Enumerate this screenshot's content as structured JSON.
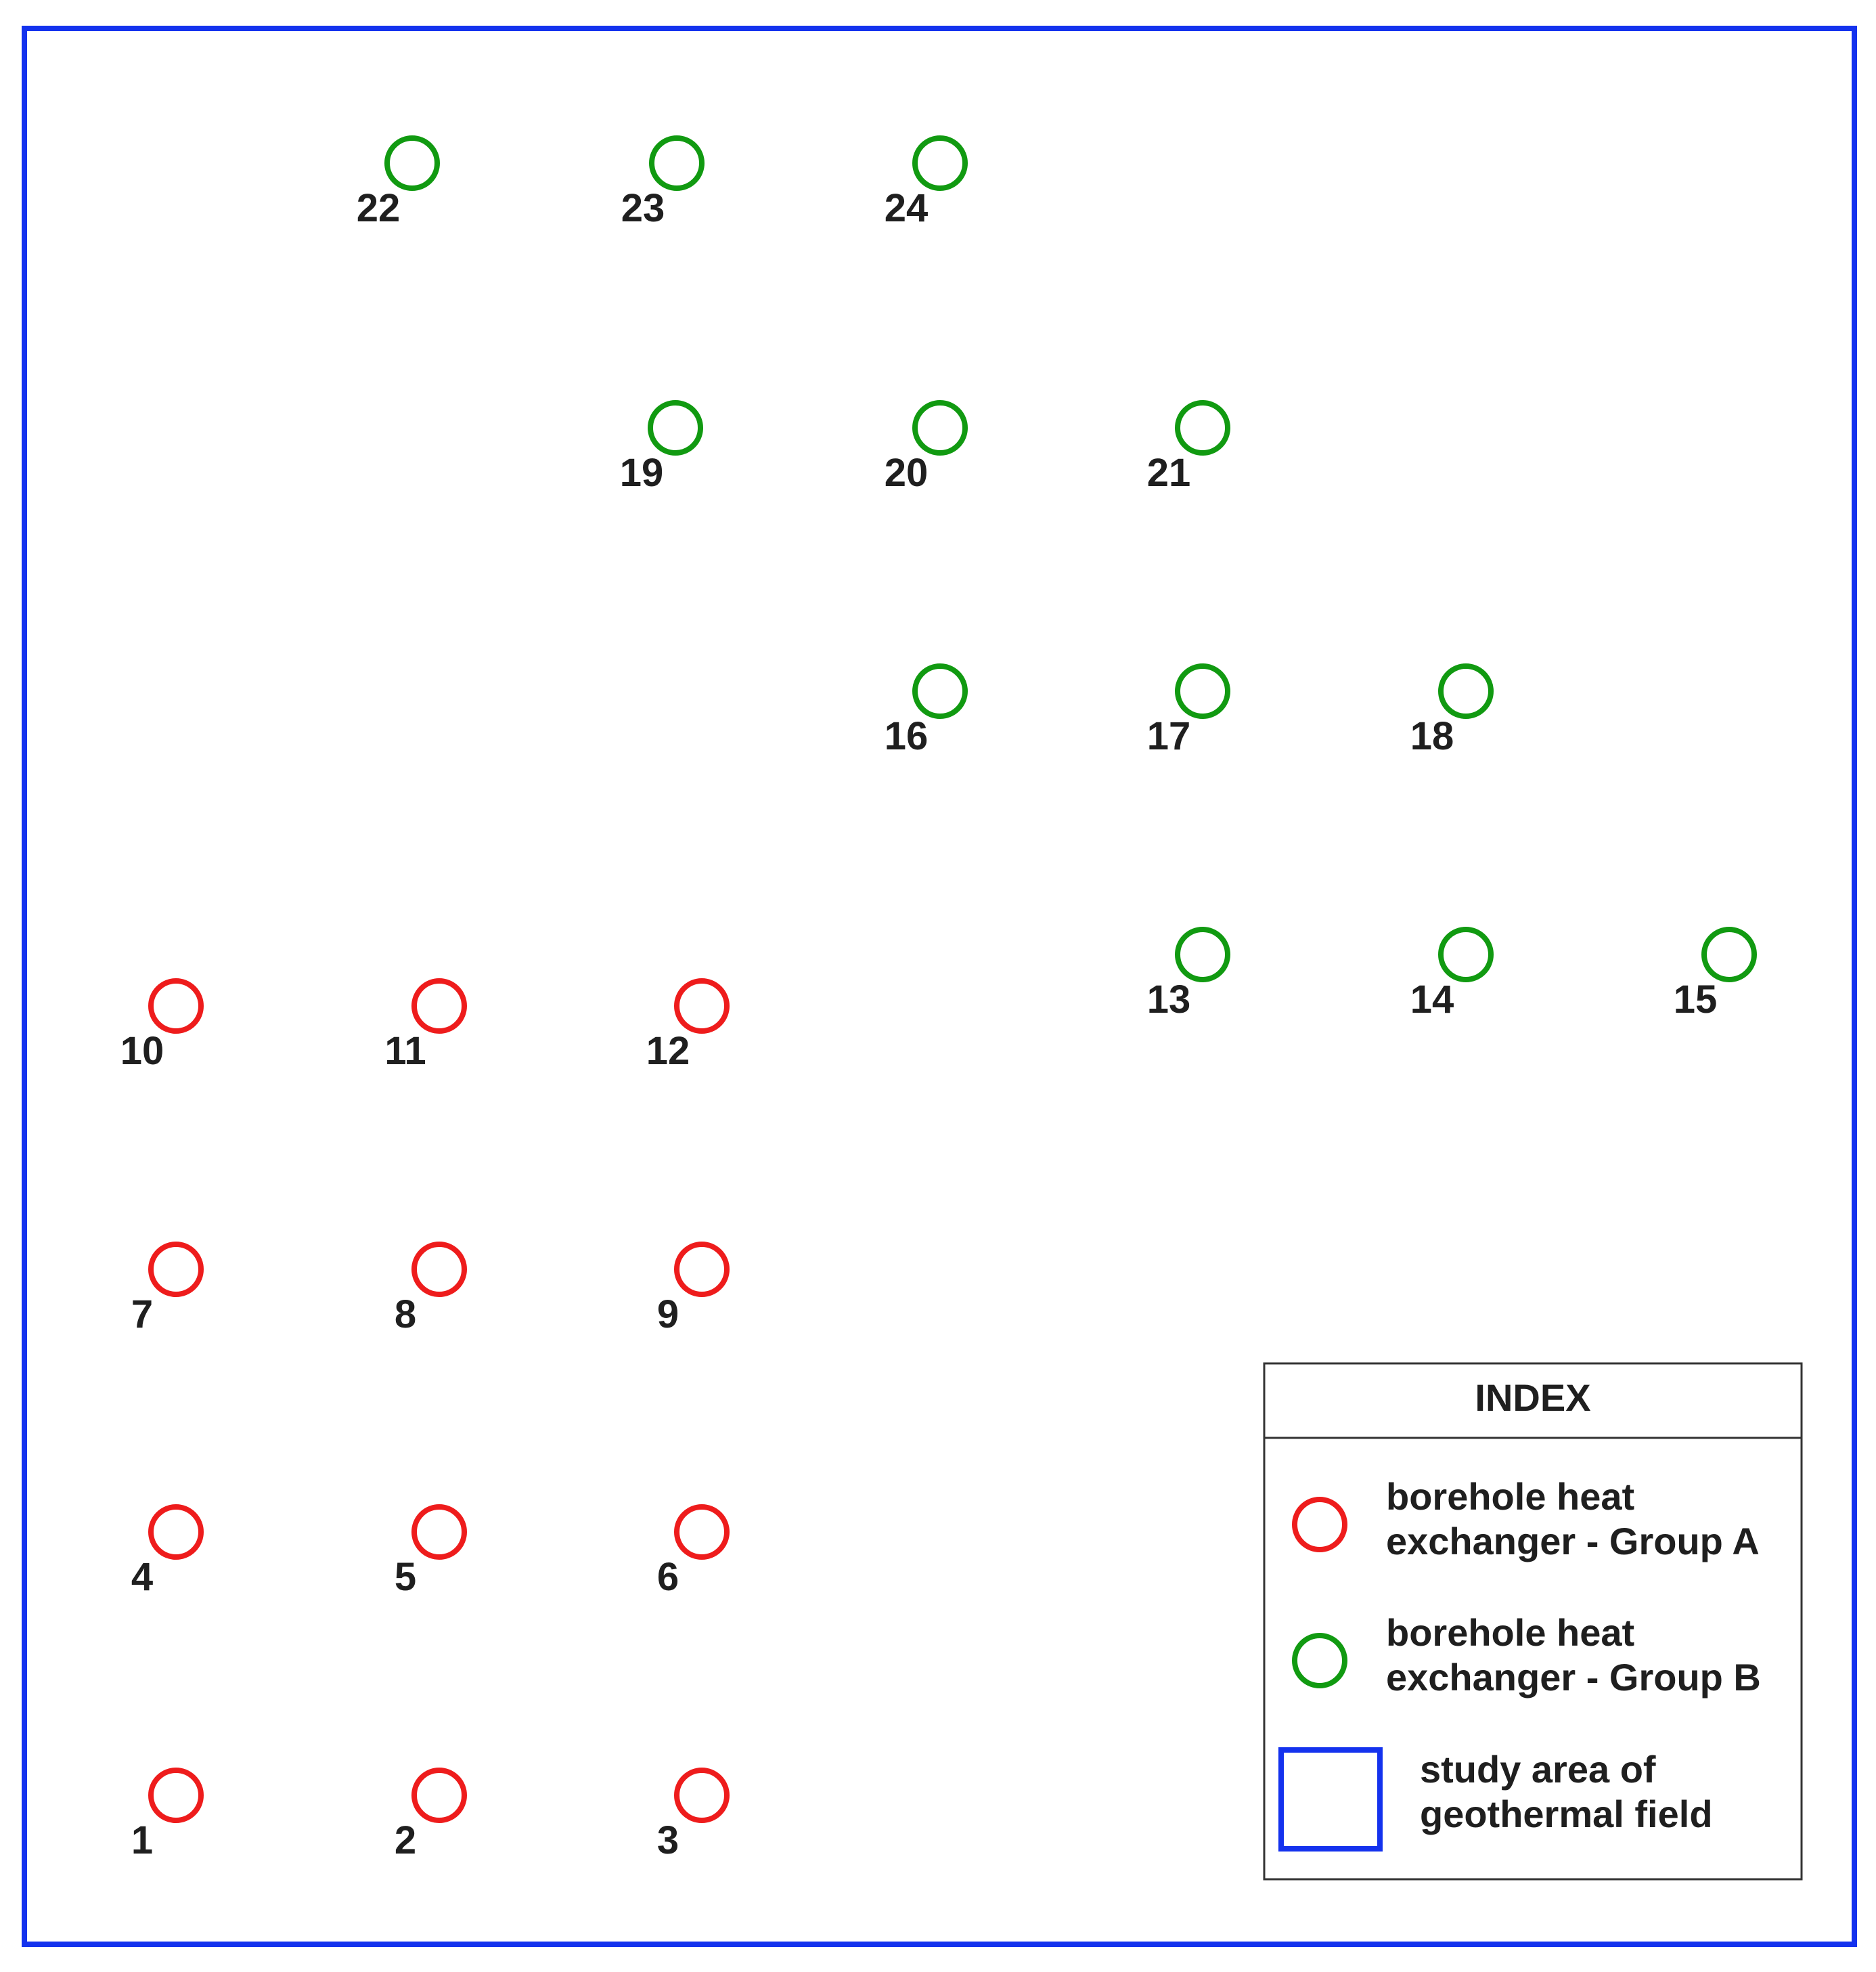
{
  "colors": {
    "group_a": "#ee1c1c",
    "group_b": "#119a11",
    "study_area": "#1432ee",
    "text": "#1f1f1f",
    "legend_border": "#333333"
  },
  "boreholes": [
    {
      "id": "1",
      "group": "A"
    },
    {
      "id": "2",
      "group": "A"
    },
    {
      "id": "3",
      "group": "A"
    },
    {
      "id": "4",
      "group": "A"
    },
    {
      "id": "5",
      "group": "A"
    },
    {
      "id": "6",
      "group": "A"
    },
    {
      "id": "7",
      "group": "A"
    },
    {
      "id": "8",
      "group": "A"
    },
    {
      "id": "9",
      "group": "A"
    },
    {
      "id": "10",
      "group": "A"
    },
    {
      "id": "11",
      "group": "A"
    },
    {
      "id": "12",
      "group": "A"
    },
    {
      "id": "13",
      "group": "B"
    },
    {
      "id": "14",
      "group": "B"
    },
    {
      "id": "15",
      "group": "B"
    },
    {
      "id": "16",
      "group": "B"
    },
    {
      "id": "17",
      "group": "B"
    },
    {
      "id": "18",
      "group": "B"
    },
    {
      "id": "19",
      "group": "B"
    },
    {
      "id": "20",
      "group": "B"
    },
    {
      "id": "21",
      "group": "B"
    },
    {
      "id": "22",
      "group": "B"
    },
    {
      "id": "23",
      "group": "B"
    },
    {
      "id": "24",
      "group": "B"
    }
  ],
  "legend": {
    "title": "INDEX",
    "group_a": {
      "line1": "borehole heat",
      "line2": "exchanger - Group A"
    },
    "group_b": {
      "line1": "borehole heat",
      "line2": "exchanger - Group B"
    },
    "study_area": {
      "line1": "study area of",
      "line2": "geothermal field"
    }
  }
}
